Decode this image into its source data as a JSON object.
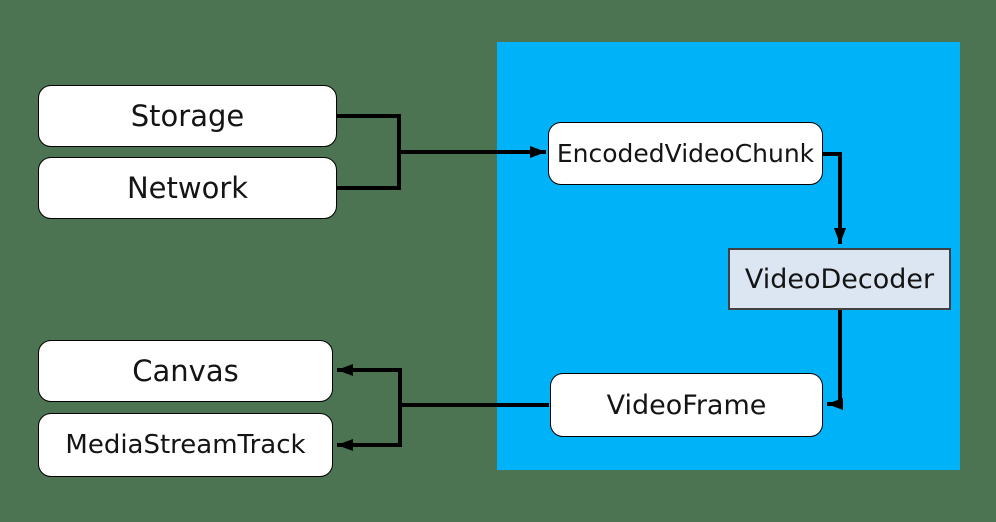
{
  "colors": {
    "background": "#4C7452",
    "webcodecs_region": "#00B3F9",
    "box_fill": "#FFFFFF",
    "box_border": "#000000",
    "decoder_fill": "#DCE5F2",
    "decoder_border": "#404040",
    "arrow": "#000000",
    "text": "#141414"
  },
  "nodes": {
    "storage": {
      "label": "Storage"
    },
    "network": {
      "label": "Network"
    },
    "encoded_video_chunk": {
      "label": "EncodedVideoChunk"
    },
    "video_decoder": {
      "label": "VideoDecoder"
    },
    "video_frame": {
      "label": "VideoFrame"
    },
    "canvas": {
      "label": "Canvas"
    },
    "media_stream_track": {
      "label": "MediaStreamTrack"
    }
  },
  "edges": [
    {
      "from": "storage",
      "to": "encoded_video_chunk"
    },
    {
      "from": "network",
      "to": "encoded_video_chunk"
    },
    {
      "from": "encoded_video_chunk",
      "to": "video_decoder"
    },
    {
      "from": "video_decoder",
      "to": "video_frame"
    },
    {
      "from": "video_frame",
      "to": "canvas"
    },
    {
      "from": "video_frame",
      "to": "media_stream_track"
    }
  ]
}
